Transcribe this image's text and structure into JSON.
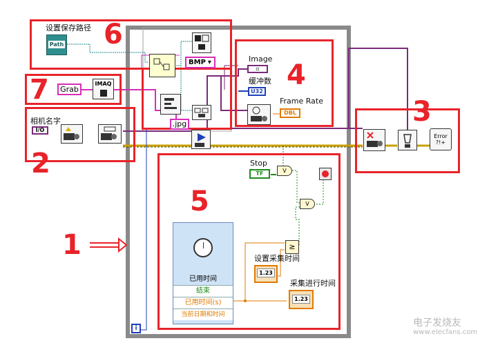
{
  "labels": {
    "set_save_path": "设置保存路径",
    "path": "Path",
    "bmp": "BMP",
    "jpg": ".jpg",
    "grab": "Grab",
    "imaq": "IMAQ",
    "camera_name": "相机名字",
    "i_o": "I/O",
    "image": "Image",
    "buffer_count": "缓冲数",
    "u32": "U32",
    "frame_rate": "Frame Rate",
    "dbl": "DBL",
    "stop": "Stop",
    "tf": "TF",
    "elapsed_time": "已用时间",
    "end": "结束",
    "elapsed_time_s": "已用时间(s)",
    "current_datetime": "当前日期和时间",
    "set_acquire_time": "设置采集时间",
    "acquire_running_time": "采集进行时间",
    "num_123": "1.23",
    "error": "Error",
    "iteration": "i",
    "v": "V"
  },
  "annotations": {
    "n1": "1",
    "n2": "2",
    "n3": "3",
    "n4": "4",
    "n5": "5",
    "n6": "6",
    "n7": "7",
    "arrow": "⇨"
  },
  "watermark": {
    "text": "电子发烧友",
    "url": "www.elecfans.com"
  },
  "colors": {
    "red_annotation": "#e8232a",
    "wire_path": "#1f8a8a",
    "wire_string": "#d62db8",
    "wire_image": "#7a2a7a",
    "wire_numeric": "#e07a00",
    "wire_bool": "#1b8a1b",
    "wire_error": "#c8a000",
    "wire_int": "#1f3fb8",
    "loop_frame": "#888888"
  }
}
